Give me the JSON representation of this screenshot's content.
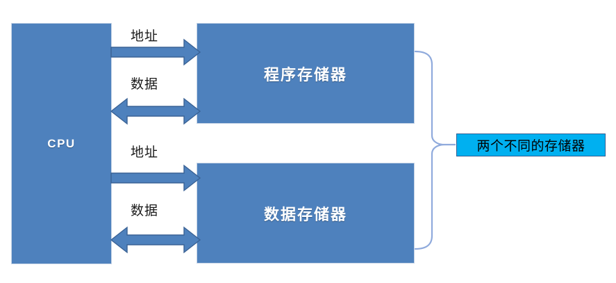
{
  "diagram": {
    "title": "Harvard Architecture — CPU with separate program and data memories",
    "colors": {
      "box_fill": "#4E81BD",
      "arrow_fill": "#4E81BD",
      "arrow_stroke": "#3A6295",
      "brace_stroke": "#8FAADC",
      "callout_fill": "#00B0F0",
      "callout_border": "#2F5F94",
      "box_text": "#FFFFFF",
      "bus_text": "#1A1A1A",
      "callout_text": "#000000",
      "background": "#FFFFFF"
    },
    "nodes": {
      "cpu": {
        "label": "CPU"
      },
      "program_memory": {
        "label": "程序存储器"
      },
      "data_memory": {
        "label": "数据存储器"
      }
    },
    "connections": [
      {
        "id": "addr-1",
        "label": "地址",
        "from": "cpu",
        "to": "program_memory",
        "direction": "one-way"
      },
      {
        "id": "data-1",
        "label": "数据",
        "from": "cpu",
        "to": "program_memory",
        "direction": "two-way"
      },
      {
        "id": "addr-2",
        "label": "地址",
        "from": "cpu",
        "to": "data_memory",
        "direction": "one-way"
      },
      {
        "id": "data-2",
        "label": "数据",
        "from": "cpu",
        "to": "data_memory",
        "direction": "two-way"
      }
    ],
    "callout": {
      "label": "两个不同的存储器",
      "brace": "right-curly-brace",
      "targets": [
        "program_memory",
        "data_memory"
      ]
    }
  }
}
